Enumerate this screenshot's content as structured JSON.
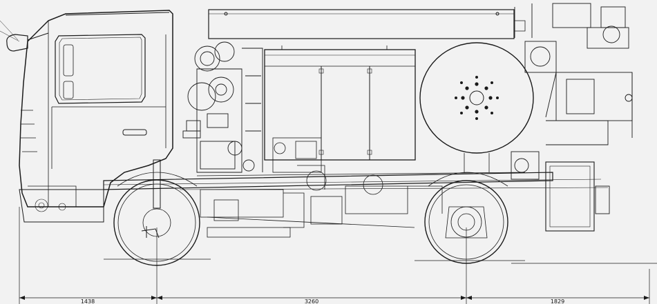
{
  "drawing": {
    "background": "#f2f2f2",
    "line_color": "#1a1a1a",
    "subject": "side-elevation-utility-truck"
  },
  "dimensions": {
    "front_overhang": "1438",
    "wheelbase": "3260",
    "rear_overhang": "1829"
  }
}
